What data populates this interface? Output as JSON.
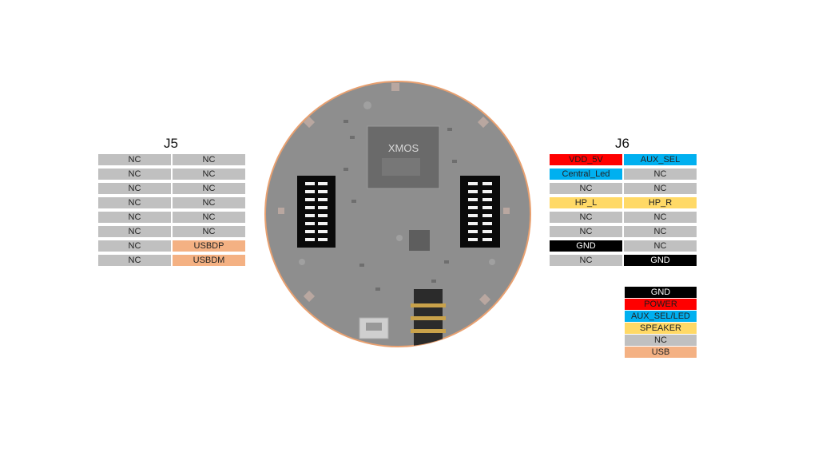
{
  "colors": {
    "NC": "#c0c0c0",
    "USB": "#f4b183",
    "POWER": "#ff0000",
    "AUX": "#00b0f0",
    "SPEAKER": "#ffd966",
    "GND": "#000000"
  },
  "board": {
    "chip_label": "XMOS"
  },
  "j5": {
    "title": "J5",
    "rows": [
      {
        "left": {
          "label": "NC",
          "type": "NC"
        },
        "right": {
          "label": "NC",
          "type": "NC"
        }
      },
      {
        "left": {
          "label": "NC",
          "type": "NC"
        },
        "right": {
          "label": "NC",
          "type": "NC"
        }
      },
      {
        "left": {
          "label": "NC",
          "type": "NC"
        },
        "right": {
          "label": "NC",
          "type": "NC"
        }
      },
      {
        "left": {
          "label": "NC",
          "type": "NC"
        },
        "right": {
          "label": "NC",
          "type": "NC"
        }
      },
      {
        "left": {
          "label": "NC",
          "type": "NC"
        },
        "right": {
          "label": "NC",
          "type": "NC"
        }
      },
      {
        "left": {
          "label": "NC",
          "type": "NC"
        },
        "right": {
          "label": "NC",
          "type": "NC"
        }
      },
      {
        "left": {
          "label": "NC",
          "type": "NC"
        },
        "right": {
          "label": "USBDP",
          "type": "USB"
        }
      },
      {
        "left": {
          "label": "NC",
          "type": "NC"
        },
        "right": {
          "label": "USBDM",
          "type": "USB"
        }
      }
    ]
  },
  "j6": {
    "title": "J6",
    "rows": [
      {
        "left": {
          "label": "VDD_5V",
          "type": "POWER"
        },
        "right": {
          "label": "AUX_SEL",
          "type": "AUX"
        }
      },
      {
        "left": {
          "label": "Central_Led",
          "type": "AUX"
        },
        "right": {
          "label": "NC",
          "type": "NC"
        }
      },
      {
        "left": {
          "label": "NC",
          "type": "NC"
        },
        "right": {
          "label": "NC",
          "type": "NC"
        }
      },
      {
        "left": {
          "label": "HP_L",
          "type": "SPEAKER"
        },
        "right": {
          "label": "HP_R",
          "type": "SPEAKER"
        }
      },
      {
        "left": {
          "label": "NC",
          "type": "NC"
        },
        "right": {
          "label": "NC",
          "type": "NC"
        }
      },
      {
        "left": {
          "label": "NC",
          "type": "NC"
        },
        "right": {
          "label": "NC",
          "type": "NC"
        }
      },
      {
        "left": {
          "label": "GND",
          "type": "GND"
        },
        "right": {
          "label": "NC",
          "type": "NC"
        }
      },
      {
        "left": {
          "label": "NC",
          "type": "NC"
        },
        "right": {
          "label": "GND",
          "type": "GND"
        }
      }
    ]
  },
  "legend": [
    {
      "label": "GND",
      "type": "GND"
    },
    {
      "label": "POWER",
      "type": "POWER"
    },
    {
      "label": "AUX_SEL/LED",
      "type": "AUX"
    },
    {
      "label": "SPEAKER",
      "type": "SPEAKER"
    },
    {
      "label": "NC",
      "type": "NC"
    },
    {
      "label": "USB",
      "type": "USB"
    }
  ]
}
